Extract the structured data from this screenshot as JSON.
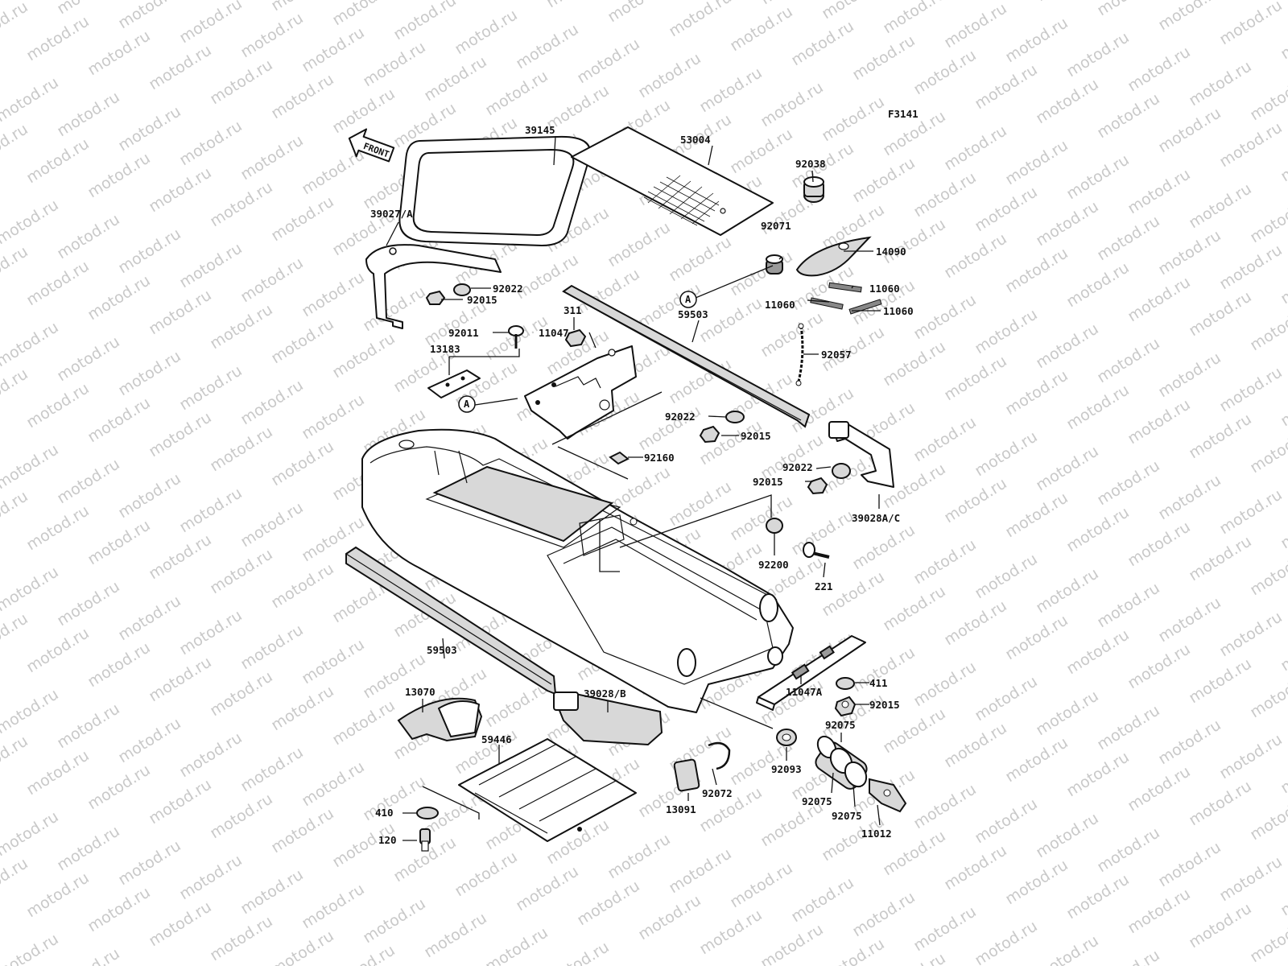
{
  "figure_code": "F3141",
  "front_label": "FRONT",
  "watermark_text": "motod.ru",
  "ref_marker": "A",
  "callouts": {
    "c39145": "39145",
    "c53004": "53004",
    "c92038": "92038",
    "c39027A": "39027/A",
    "c92071": "92071",
    "c14090": "14090",
    "c92022a": "92022",
    "c92015a": "92015",
    "c11060a": "11060",
    "c11060b": "11060",
    "c11060c": "11060",
    "c311": "311",
    "c59503a": "59503",
    "c92011": "92011",
    "c11047": "11047",
    "c13183": "13183",
    "c92057": "92057",
    "c92022b": "92022",
    "c92015b": "92015",
    "c92160": "92160",
    "c92022c": "92022",
    "c92015c": "92015",
    "c39028AC": "39028A/C",
    "c92200": "92200",
    "c221": "221",
    "c59503b": "59503",
    "c411": "411",
    "c92015d": "92015",
    "c11047A": "11047A",
    "c13070": "13070",
    "c39028B": "39028/B",
    "c92075a": "92075",
    "c59446": "59446",
    "c92093": "92093",
    "c92072": "92072",
    "c13091": "13091",
    "c92075b": "92075",
    "c92075c": "92075",
    "c11012": "11012",
    "c410": "410",
    "c120": "120"
  }
}
